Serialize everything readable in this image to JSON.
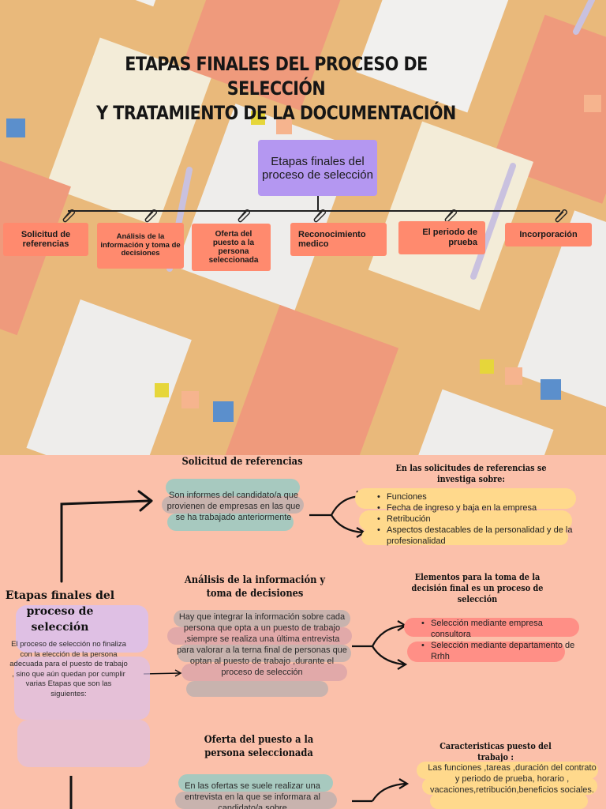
{
  "title": {
    "line1": "ETAPAS FINALES DEL PROCESO DE SELECCIÓN",
    "line2": "Y TRATAMIENTO DE LA DOCUMENTACIÓN"
  },
  "root": {
    "label": "Etapas finales del proceso de selección"
  },
  "stages": [
    {
      "label": "Solicitud de referencias"
    },
    {
      "label": "Análisis de la información y toma de decisiones"
    },
    {
      "label": "Oferta del puesto a la persona seleccionada"
    },
    {
      "label": "Reconocimiento medico"
    },
    {
      "label": "El periodo de prueba"
    },
    {
      "label": "Incorporación"
    }
  ],
  "left_panel": {
    "title": "Etapas finales del proceso de selección",
    "text": "El proceso de selección no finaliza con la elección de la persona adecuada para el puesto de trabajo , sino que aún quedan por cumplir varias Etapas que son las siguientes:"
  },
  "sections": {
    "referencias": {
      "heading": "Solicitud de referencias",
      "text": "Son informes  del candidato/a que provienen de empresas en las que se ha trabajado anteriormente",
      "detail_title": "En las solicitudes de referencias se investiga sobre:",
      "items": [
        "Funciones",
        "Fecha de ingreso y baja en la empresa",
        "Retribución",
        "Aspectos destacables de la personalidad y de la profesionalidad"
      ]
    },
    "analisis": {
      "heading": "Análisis de la información y toma de decisiones",
      "text": "Hay que integrar la información sobre cada persona que opta a un puesto de trabajo ,siempre se realiza una última entrevista para valorar a la terna final de personas que optan al puesto de trabajo ,durante el proceso de selección",
      "detail_title": "Elementos para la toma de la decisión final es un proceso de selección",
      "items": [
        "Selección mediante empresa consultora",
        "Selección mediante departamento de Rrhh"
      ]
    },
    "oferta": {
      "heading": "Oferta del puesto a la persona seleccionada",
      "text": "En las ofertas se suele realizar una entrevista en la que se informara al candidato/a sobre",
      "detail_title": "Caracteristicas puesto del trabajo :",
      "detail_text": "Las funciones ,tareas ,duración del contrato y periodo de prueba, horario , vacaciones,retribución,beneficios sociales."
    }
  },
  "colors": {
    "background_top": "#e9b97b",
    "background_bottom": "#fbc0aa",
    "root_box": "#b497f1",
    "stage_box": "#ff8a6e",
    "highlight_yellow": "#ffd98c",
    "highlight_red": "#ff8f86",
    "highlight_teal": "#a7c9bf",
    "highlight_purple": "#dcc0ea"
  }
}
